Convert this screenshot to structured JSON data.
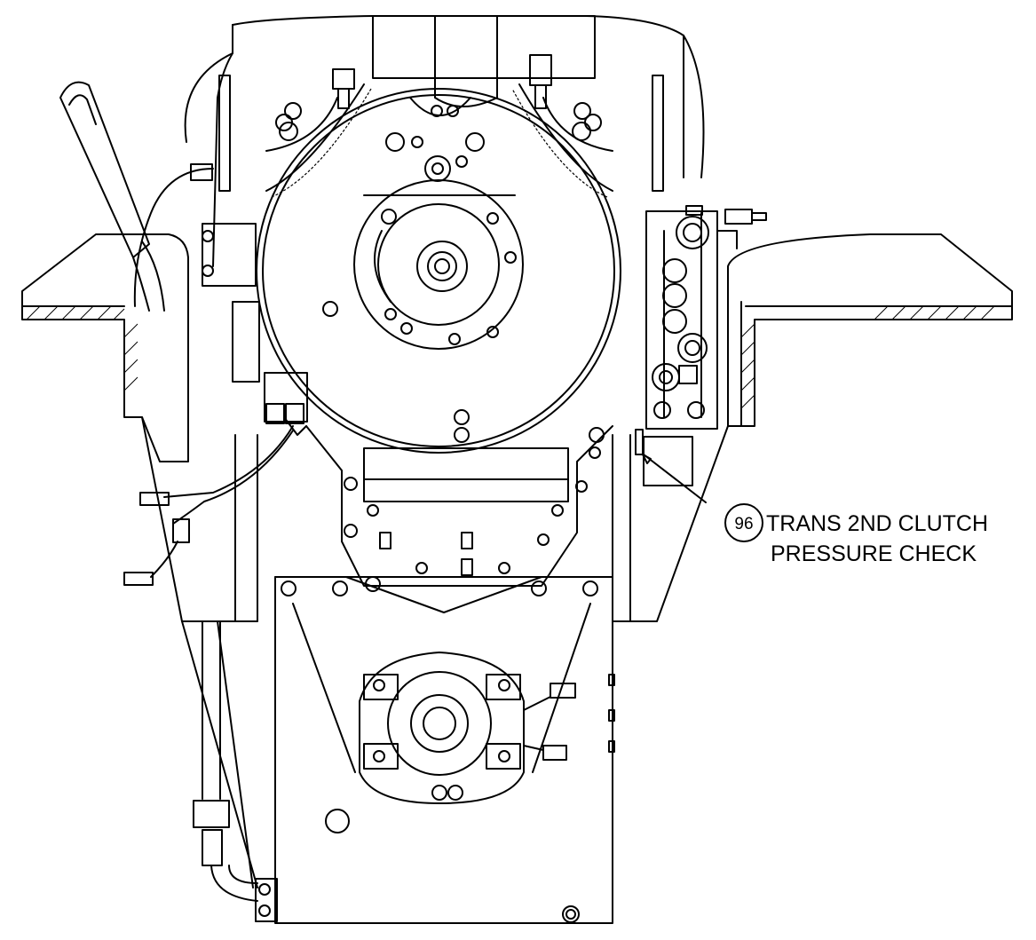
{
  "callout": {
    "number": "96",
    "line1": "TRANS 2ND CLUTCH",
    "line2": "PRESSURE CHECK"
  }
}
